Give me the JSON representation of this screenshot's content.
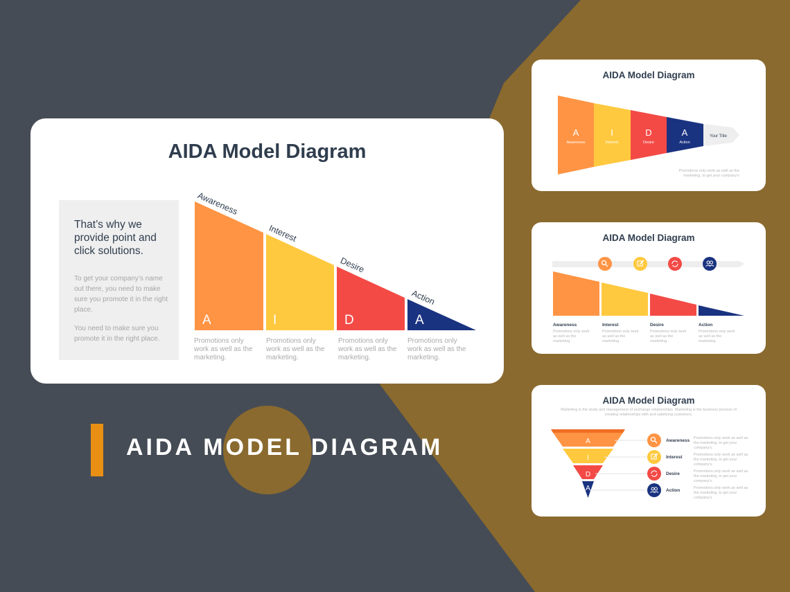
{
  "colors": {
    "background": "#464c55",
    "accent": "#8a6a2e",
    "awareness": "#ff9444",
    "interest": "#ffc93f",
    "desire": "#f34a46",
    "action": "#1a3380",
    "title": "#2f3d4e"
  },
  "main": {
    "title": "AIDA Model Diagram",
    "left_heading": "That’s why we provide point and click solutions.",
    "left_p1": "To get your company’s name out there, you need to make sure you promote it in the right place.",
    "left_p2": "You need to make sure you promote it in the right place.",
    "stages": [
      {
        "name": "Awareness",
        "letter": "A",
        "desc": "Promotions only work as well as the marketing."
      },
      {
        "name": "Interest",
        "letter": "I",
        "desc": "Promotions only work as well as the marketing."
      },
      {
        "name": "Desire",
        "letter": "D",
        "desc": "Promotions only work as well as the marketing."
      },
      {
        "name": "Action",
        "letter": "A",
        "desc": "Promotions only work as well as the marketing."
      }
    ]
  },
  "banner": {
    "heading": "AIDA MODEL DIAGRAM"
  },
  "thumb1": {
    "title": "AIDA Model Diagram",
    "stages": [
      {
        "letter": "A",
        "name": "Awareness"
      },
      {
        "letter": "I",
        "name": "Interest"
      },
      {
        "letter": "D",
        "name": "Desire"
      },
      {
        "letter": "A",
        "name": "Action"
      }
    ],
    "tip_label": "Your Title",
    "note": "Promotions only work as well as the marketing, to get your company's"
  },
  "thumb2": {
    "title": "AIDA Model Diagram",
    "icons": [
      "search-icon",
      "edit-icon",
      "refresh-icon",
      "users-icon"
    ],
    "stages": [
      {
        "name": "Awareness",
        "desc": "Promotions only work as well as the marketing."
      },
      {
        "name": "Interest",
        "desc": "Promotions only work as well as the marketing."
      },
      {
        "name": "Desire",
        "desc": "Promotions only work as well as the marketing."
      },
      {
        "name": "Action",
        "desc": "Promotions only work as well as the marketing."
      }
    ]
  },
  "thumb3": {
    "title": "AIDA Model Diagram",
    "subtitle": "Marketing is the study and management of exchange relationships. Marketing is the business process of creating relationships with and satisfying customers.",
    "letters": [
      "A",
      "I",
      "D",
      "A"
    ],
    "stages": [
      {
        "name": "Awareness",
        "desc": "Promotions only work as well as the marketing, to get your company's."
      },
      {
        "name": "Interest",
        "desc": "Promotions only work as well as the marketing, to get your company's."
      },
      {
        "name": "Desire",
        "desc": "Promotions only work as well as the marketing, to get your company's."
      },
      {
        "name": "Action",
        "desc": "Promotions only work as well as the marketing, to get your company's."
      }
    ]
  }
}
